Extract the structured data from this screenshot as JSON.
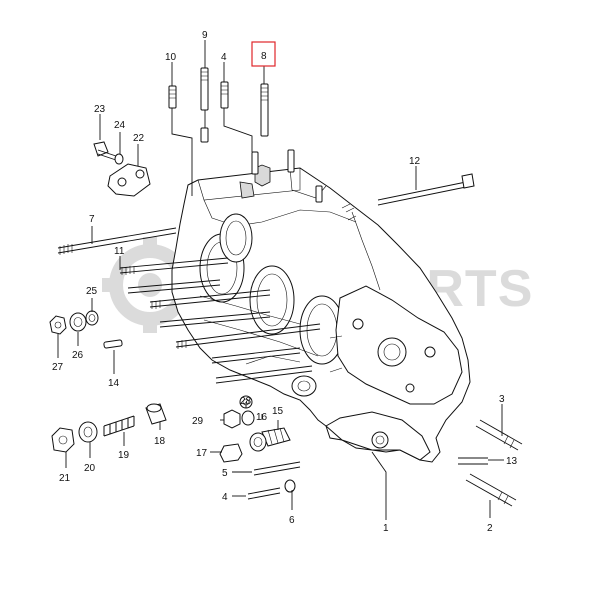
{
  "diagram": {
    "watermark": "COMPPARTS",
    "highlight_color": "#e0262a",
    "callouts": [
      {
        "id": "c10",
        "text": "10"
      },
      {
        "id": "c9",
        "text": "9"
      },
      {
        "id": "c4a",
        "text": "4"
      },
      {
        "id": "c8",
        "text": "8"
      },
      {
        "id": "c23",
        "text": "23"
      },
      {
        "id": "c24",
        "text": "24"
      },
      {
        "id": "c22",
        "text": "22"
      },
      {
        "id": "c12",
        "text": "12"
      },
      {
        "id": "c7",
        "text": "7"
      },
      {
        "id": "c11",
        "text": "11"
      },
      {
        "id": "c25",
        "text": "25"
      },
      {
        "id": "c26",
        "text": "26"
      },
      {
        "id": "c27",
        "text": "27"
      },
      {
        "id": "c14",
        "text": "14"
      },
      {
        "id": "c3",
        "text": "3"
      },
      {
        "id": "c28",
        "text": "28"
      },
      {
        "id": "c29",
        "text": "29"
      },
      {
        "id": "c16",
        "text": "16"
      },
      {
        "id": "c15",
        "text": "15"
      },
      {
        "id": "c18",
        "text": "18"
      },
      {
        "id": "c17",
        "text": "17"
      },
      {
        "id": "c19",
        "text": "19"
      },
      {
        "id": "c20",
        "text": "20"
      },
      {
        "id": "c21",
        "text": "21"
      },
      {
        "id": "c5",
        "text": "5"
      },
      {
        "id": "c13",
        "text": "13"
      },
      {
        "id": "c4b",
        "text": "4"
      },
      {
        "id": "c6",
        "text": "6"
      },
      {
        "id": "c1",
        "text": "1"
      },
      {
        "id": "c2",
        "text": "2"
      }
    ]
  }
}
